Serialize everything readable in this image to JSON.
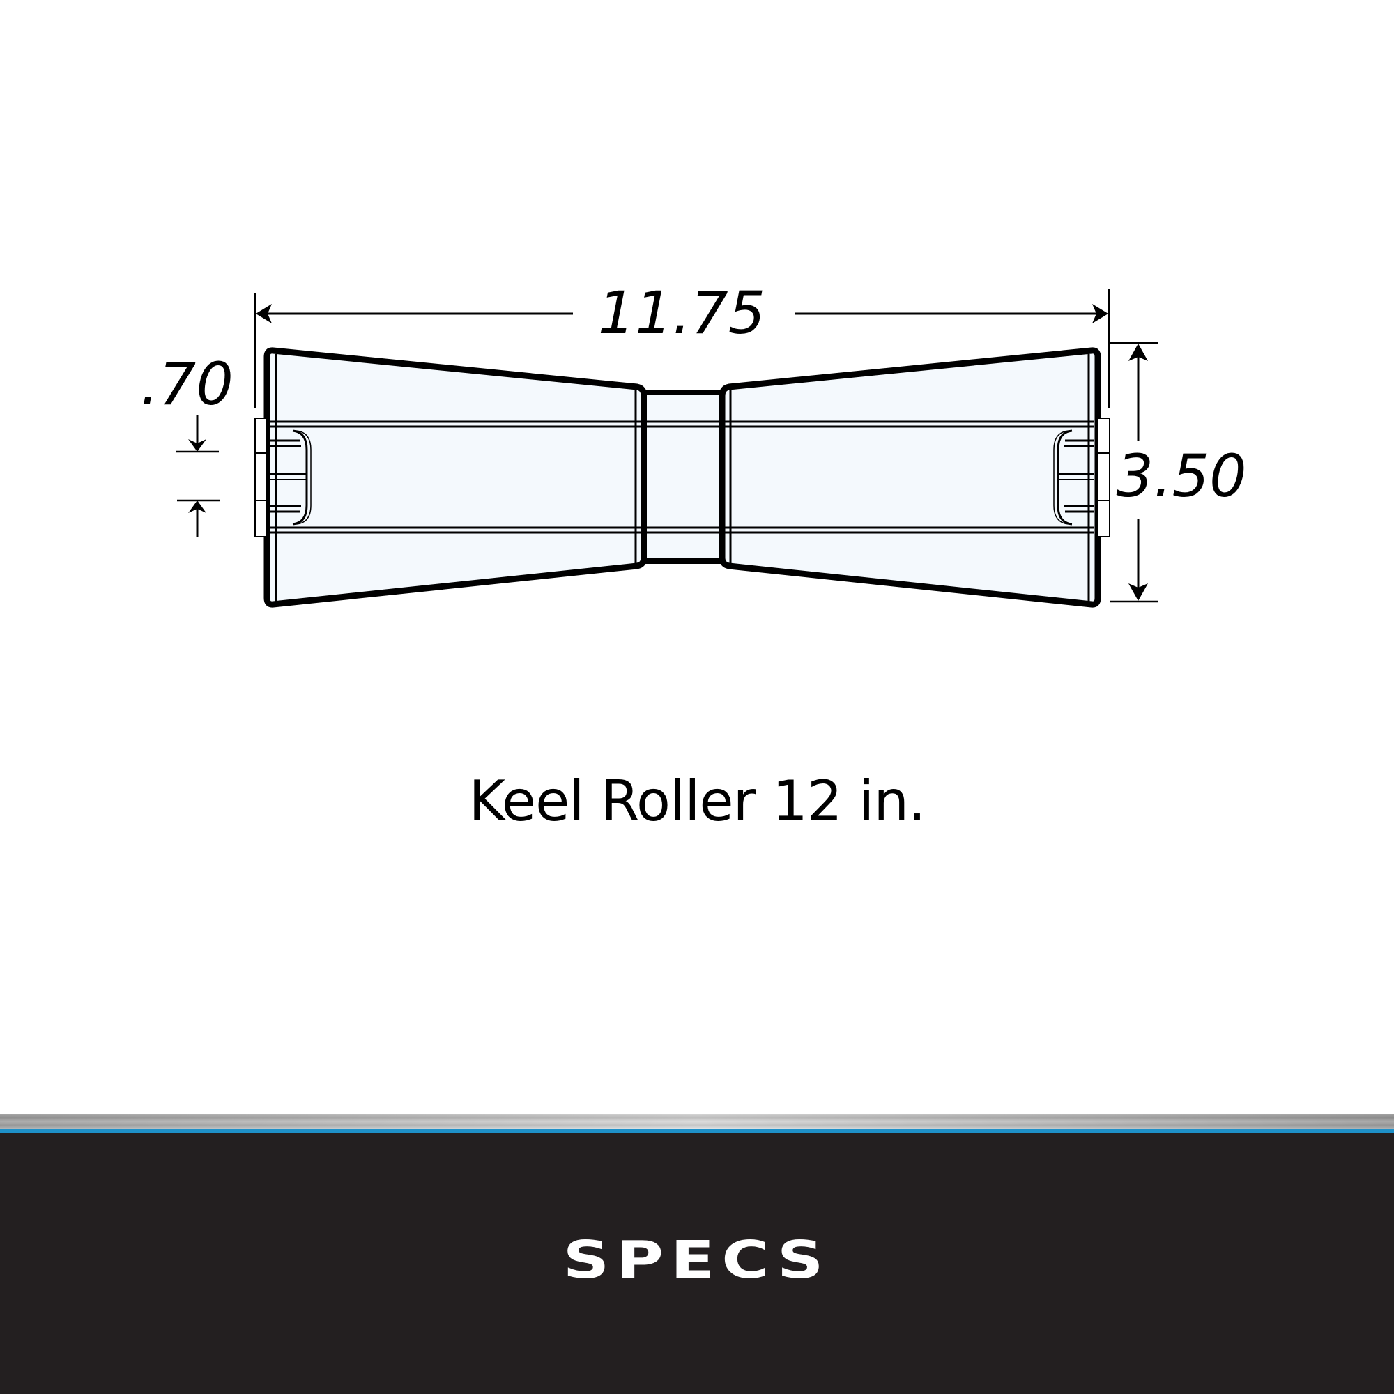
{
  "drawing": {
    "subject": "keel-roller",
    "dimensions": {
      "overall_length": "11.75",
      "diameter": "3.50",
      "bore_offset": ".70"
    }
  },
  "caption": {
    "text": "Keel Roller 12 in."
  },
  "footer": {
    "label": "SPECS"
  },
  "colors": {
    "background": "#ffffff",
    "roller_fill": "#f4f9fd",
    "line": "#000000",
    "accent": "#1e90c8",
    "footer_bg": "#231f20",
    "footer_text": "#ffffff"
  }
}
